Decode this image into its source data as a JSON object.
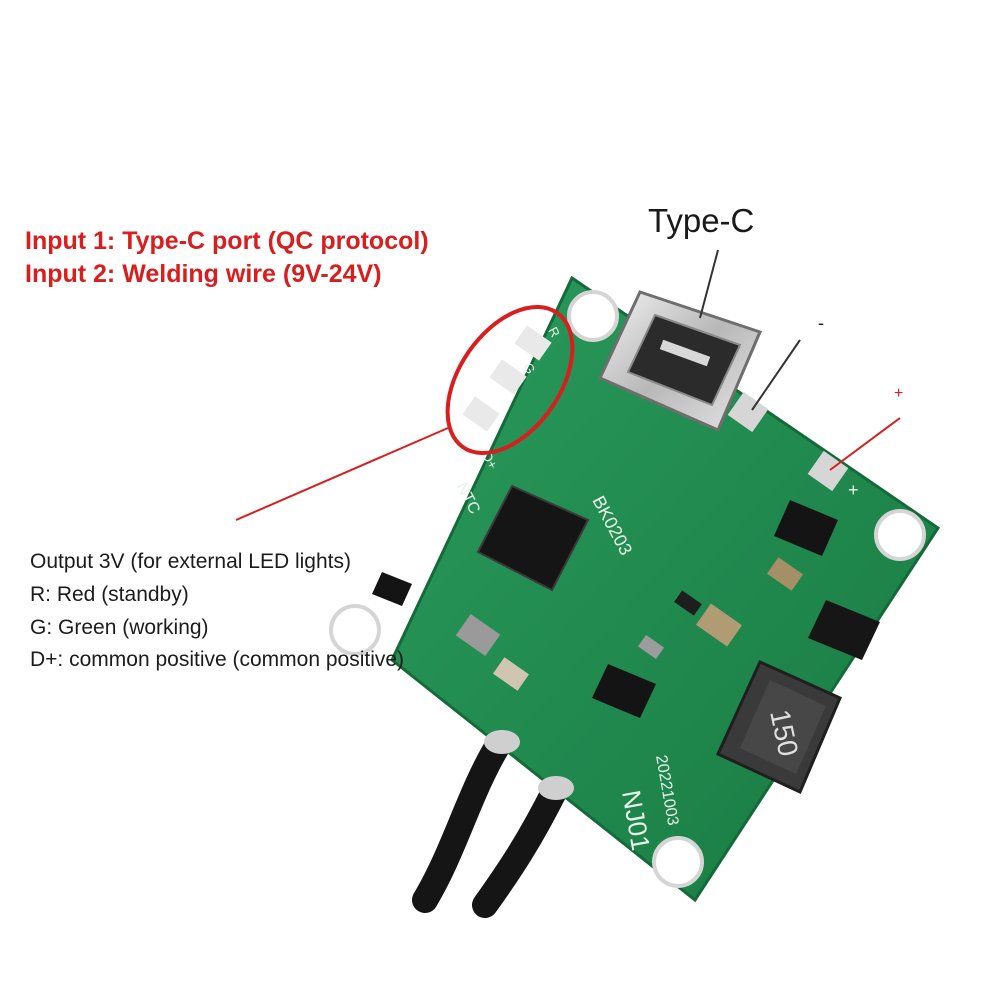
{
  "inputs_note": {
    "line1": "Input 1: Type-C port (QC protocol)",
    "line2": "Input 2: Welding wire (9V-24V)",
    "color": "#d81e1e"
  },
  "typec_callout": {
    "label": "Type-C"
  },
  "polarity": {
    "minus": "-",
    "plus": "+"
  },
  "output_note": {
    "line1": "Output 3V (for external LED lights)",
    "line2": "R: Red (standby)",
    "line3": "G: Green (working)",
    "line4": "D+: common positive (common positive)"
  },
  "board": {
    "pcb_color": "#1f8a4e",
    "silk_bk": "BK0203",
    "silk_ntc": "NTC",
    "silk_date": "20221003",
    "silk_model": "NJ01",
    "silk_inductor": "150",
    "pad_labels": [
      "R",
      "G",
      "D+"
    ],
    "silk_plus": "+"
  }
}
